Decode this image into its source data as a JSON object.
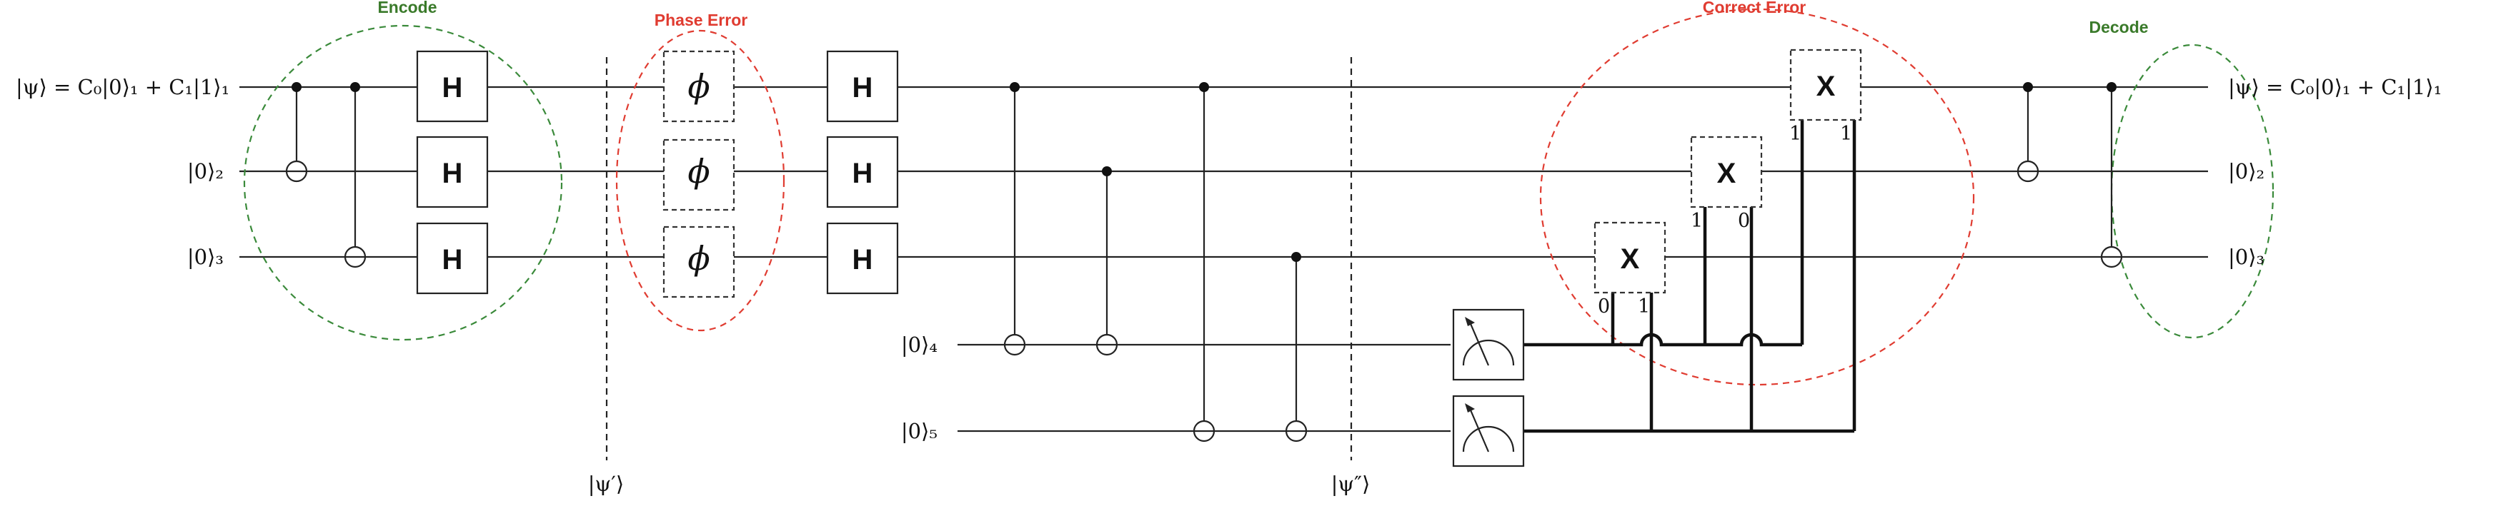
{
  "regions": {
    "encode": "Encode",
    "phase_error": "Phase Error",
    "correct_error": "Correct Error",
    "decode": "Decode"
  },
  "inputs": {
    "q1": "|ψ⟩ = C₀|0⟩₁ + C₁|1⟩₁",
    "q2": "|0⟩₂",
    "q3": "|0⟩₃",
    "q4": "|0⟩₄",
    "q5": "|0⟩₅"
  },
  "outputs": {
    "q1": "|ψ⟩ = C₀|0⟩₁ + C₁|1⟩₁",
    "q2": "|0⟩₂",
    "q3": "|0⟩₃"
  },
  "states": {
    "after_error": "|ψ′⟩",
    "before_measure": "|ψ″⟩"
  },
  "gates": {
    "hadamard": "H",
    "phase": "ϕ",
    "pauli_x": "X"
  },
  "syndrome": {
    "x_q3": [
      "0",
      "1"
    ],
    "x_q2": [
      "1",
      "0"
    ],
    "x_q1": [
      "1",
      "1"
    ]
  },
  "colors": {
    "encode_decode": "#3a8a3a",
    "error_regions": "#e03c31"
  },
  "icons": [
    "meter-icon"
  ]
}
